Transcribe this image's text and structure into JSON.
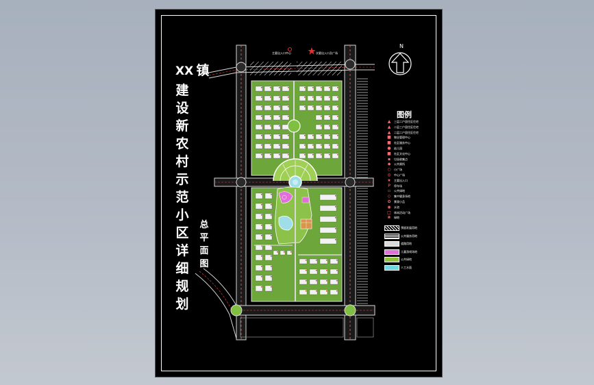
{
  "title": {
    "prefix": "XX",
    "chars": [
      "镇",
      "建",
      "设",
      "新",
      "农",
      "村",
      "示",
      "范",
      "小",
      "区",
      "详",
      "细",
      "规",
      "划"
    ]
  },
  "subtitle": {
    "chars": [
      "总",
      "平",
      "面",
      "图"
    ]
  },
  "north_label": "N",
  "legend": {
    "title": "图例",
    "items": [
      {
        "icon": "marker-icon",
        "text": "三层二户居住区住宅"
      },
      {
        "icon": "marker-icon",
        "text": "二层三户居住区住宅"
      },
      {
        "icon": "marker-icon",
        "text": "二层二户居住区住宅"
      },
      {
        "icon": "marker-icon",
        "text": "物业管理中心"
      },
      {
        "icon": "marker-icon",
        "text": "社区服务中心"
      },
      {
        "icon": "marker-icon",
        "text": "幼儿园"
      },
      {
        "icon": "marker-icon",
        "text": "社区文化中心"
      },
      {
        "icon": "marker-icon",
        "text": "垃圾收集点"
      },
      {
        "icon": "marker-icon",
        "text": "公共厕所"
      },
      {
        "icon": "marker-icon",
        "text": "小广场"
      },
      {
        "icon": "marker-icon",
        "text": "中心广场"
      },
      {
        "icon": "marker-icon",
        "text": "主要出入口"
      },
      {
        "icon": "marker-icon",
        "text": "停车场"
      },
      {
        "icon": "marker-icon",
        "text": "公共绿地"
      },
      {
        "icon": "marker-icon",
        "text": "集中健身场地"
      },
      {
        "icon": "marker-icon",
        "text": "景观小品"
      },
      {
        "icon": "marker-icon",
        "text": "水池"
      },
      {
        "icon": "marker-icon",
        "text": "休闲活动广场"
      },
      {
        "icon": "marker-icon",
        "text": "绿地"
      }
    ],
    "swatches": [
      {
        "pattern": "hatch",
        "color": "#ffffff",
        "text": "预留发展用地"
      },
      {
        "pattern": "stripes",
        "color": "#ffffff",
        "text": "公共服务用地"
      },
      {
        "pattern": "solid",
        "color": "#d9d9d9",
        "text": "道路用地"
      },
      {
        "pattern": "solid",
        "color": "#e070d8",
        "text": "儿童游戏场地"
      },
      {
        "pattern": "solid",
        "color": "#8fc13a",
        "text": "公共绿地"
      },
      {
        "pattern": "solid",
        "color": "#6fd6e0",
        "text": "人工水面"
      }
    ]
  },
  "plan_labels": {
    "top_left": "主要出入口中心",
    "top_right": "次要出入口及广场"
  },
  "colors": {
    "background": "#a9b2bf",
    "sheet": "#000000",
    "road": "#cfcfcf",
    "green": "#7fc043",
    "water": "#9fdde8",
    "house": "#f2f2f2",
    "accent_red": "#e03131",
    "pink": "#e070d8"
  }
}
